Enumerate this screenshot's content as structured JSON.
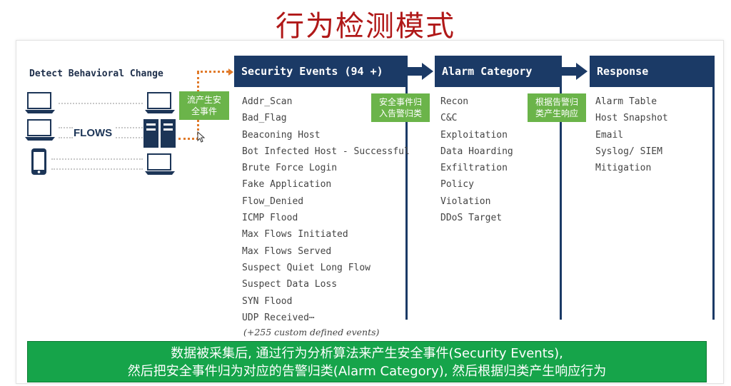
{
  "title": "行为检测模式",
  "subtitle": "Detect Behavioral Change",
  "flows_label": "FLOWS",
  "tags": {
    "generate": "流产生安全事件",
    "categorize": "安全事件归入告警归类",
    "respond": "根据告警归类产生响应"
  },
  "columns": {
    "security_events": {
      "header": "Security Events (94 +)",
      "items": [
        "Addr_Scan",
        "Bad_Flag",
        "Beaconing Host",
        "Bot Infected Host - Successful",
        "Brute Force Login",
        "Fake Application",
        "Flow_Denied",
        "ICMP Flood",
        "Max Flows Initiated",
        "Max Flows Served",
        "Suspect Quiet Long Flow",
        "Suspect Data Loss",
        "SYN Flood",
        "UDP Received⋯"
      ],
      "note": "(+255 custom defined events)"
    },
    "alarm_category": {
      "header": "Alarm Category",
      "items": [
        "Recon",
        "C&C",
        "Exploitation",
        "Data Hoarding",
        "Exfiltration",
        "Policy",
        "Violation",
        "DDoS Target"
      ]
    },
    "response": {
      "header": "Response",
      "items": [
        "Alarm Table",
        "Host Snapshot",
        "Email",
        "Syslog/ SIEM",
        "Mitigation"
      ]
    }
  },
  "banner": {
    "line1": "数据被采集后, 通过行为分析算法来产生安全事件(Security Events),",
    "line2": "然后把安全事件归为对应的告警归类(Alarm Category), 然后根据归类产生响应行为"
  },
  "colors": {
    "title": "#b01818",
    "header_bg": "#1b3a66",
    "tag_green": "#6bb44a",
    "banner_green": "#16a44a",
    "orange": "#e07a2a"
  }
}
